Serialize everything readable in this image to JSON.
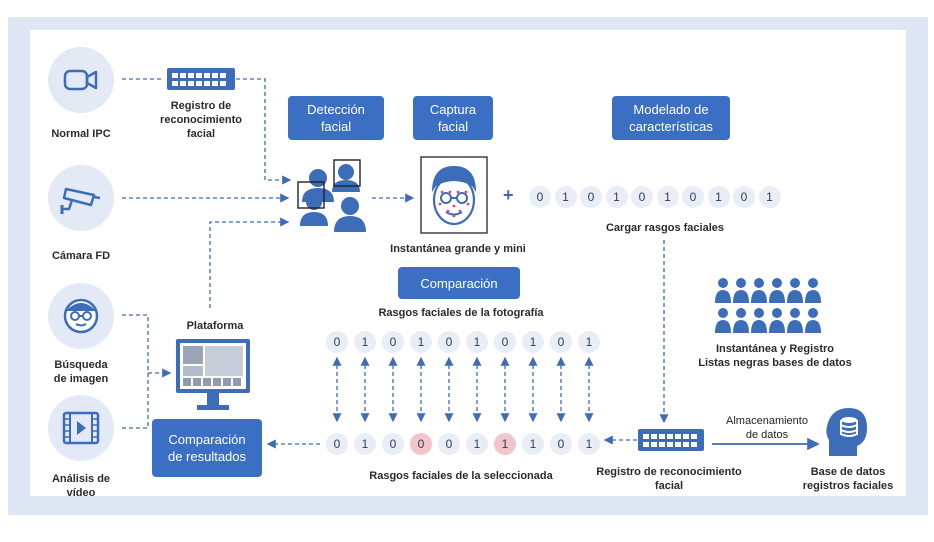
{
  "sources": [
    {
      "label": "Normal IPC",
      "icon": "video-camera-icon"
    },
    {
      "label": "Cámara FD",
      "icon": "cctv-camera-icon"
    },
    {
      "label": "Búsqueda\nde imagen",
      "icon": "person-glasses-icon"
    },
    {
      "label": "Análisis de\nvídeo",
      "icon": "video-file-icon"
    }
  ],
  "registro_top_label": "Registro de\nreconocimiento\nfacial",
  "boxes": {
    "deteccion": "Detección\nfacial",
    "captura": "Captura\nfacial",
    "modelado": "Modelado de\ncaracterísticas",
    "comparacion": "Comparación",
    "resultados": "Comparación\nde resultados"
  },
  "labels": {
    "instantanea": "Instantánea grande y mini",
    "cargar": "Cargar rasgos faciales",
    "plataforma": "Plataforma",
    "rasgos_foto": "Rasgos faciales de la fotografía",
    "rasgos_sel": "Rasgos faciales de la seleccionada",
    "registro_bottom": "Registro de reconocimiento\nfacial",
    "instantanea_registro": "Instantánea y Registro\nListas negras bases de datos",
    "almacenamiento": "Almacenamiento\nde datos",
    "base_datos": "Base de datos\nregistros faciales",
    "plus": "+"
  },
  "bits_model": [
    "0",
    "1",
    "0",
    "1",
    "0",
    "1",
    "0",
    "1",
    "0",
    "1"
  ],
  "bits_photo": [
    "0",
    "1",
    "0",
    "1",
    "0",
    "1",
    "0",
    "1",
    "0",
    "1"
  ],
  "bits_selected": [
    "0",
    "1",
    "0",
    "0",
    "0",
    "1",
    "1",
    "1",
    "0",
    "1"
  ],
  "diff_indices": [
    3,
    6
  ],
  "colors": {
    "accent": "#3b6fc4",
    "icon": "#3d6cb8",
    "light_circle": "#e3eaf5",
    "frame": "#dfe6f4",
    "diff": "#f2c4cc"
  }
}
